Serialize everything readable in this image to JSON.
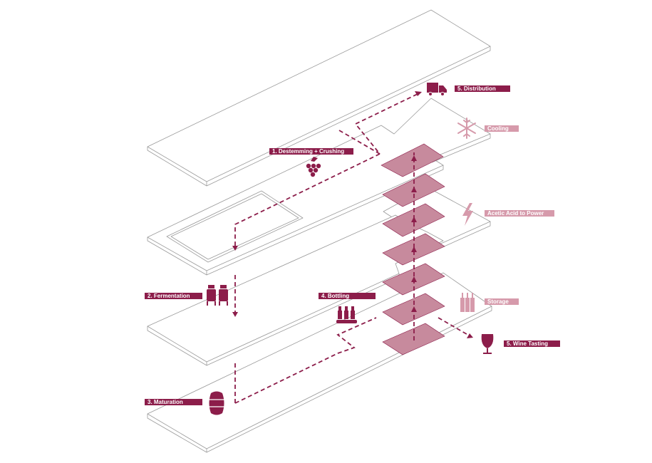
{
  "colors": {
    "primary": "#8c1d4a",
    "light": "#d69aab",
    "module_fill": "#c78a9d",
    "outline": "#9a9a9a"
  },
  "labels": {
    "destemming": "1. Destemming + Crushing",
    "fermentation": "2. Fermentation",
    "maturation": "3. Maturation",
    "bottling": "4. Bottling",
    "distribution": "5. Distribution",
    "wine_tasting": "5. Wine Tasting",
    "cooling": "Cooling",
    "acetic": "Acetic Acid to Power",
    "storage": "Storage"
  },
  "icons": {
    "truck": "truck-icon",
    "snowflake": "snowflake-icon",
    "grapes": "grapes-icon",
    "lightning": "lightning-icon",
    "tanks": "fermentation-tanks-icon",
    "bottling_line": "bottling-line-icon",
    "bottles": "wine-bottles-icon",
    "barrel": "barrel-icon",
    "wine_glass": "wine-glass-icon"
  }
}
